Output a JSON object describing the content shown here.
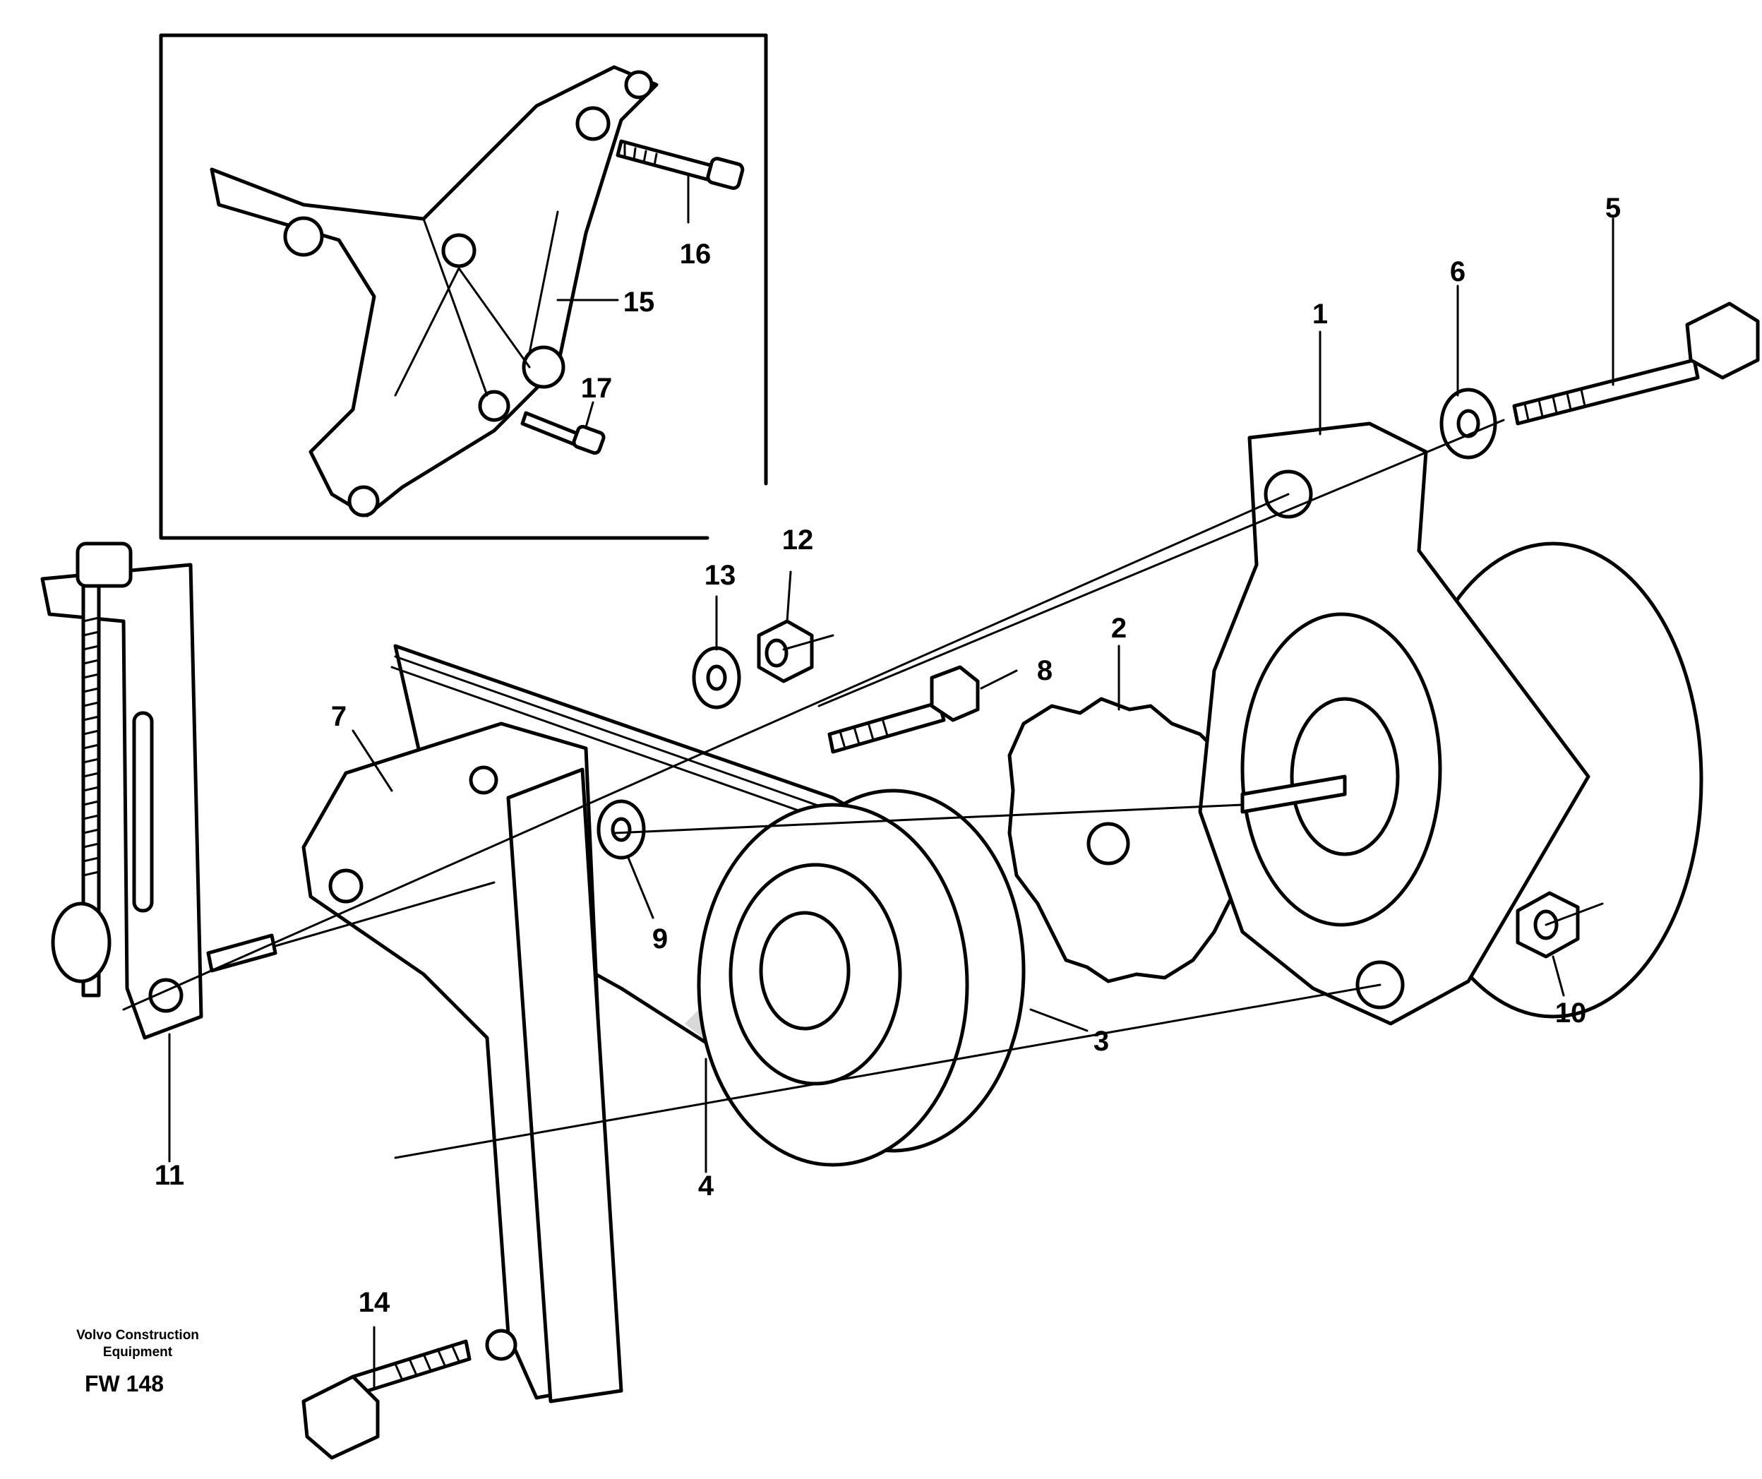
{
  "callouts": {
    "c1": "1",
    "c2": "2",
    "c3": "3",
    "c4": "4",
    "c5": "5",
    "c6": "6",
    "c7": "7",
    "c8": "8",
    "c9": "9",
    "c10": "10",
    "c11": "11",
    "c12": "12",
    "c13": "13",
    "c14": "14",
    "c15": "15",
    "c16": "16",
    "c17": "17"
  },
  "footer": {
    "company": "Volvo Construction Equipment",
    "code": "FW 148"
  }
}
